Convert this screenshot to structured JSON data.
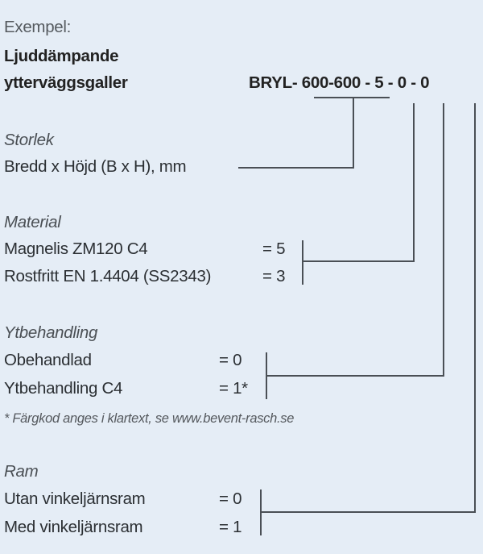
{
  "example": {
    "intro": "Exempel:",
    "product_line1": "Ljuddämpande",
    "product_line2": "ytterväggsgaller",
    "code": {
      "prefix": "BRYL-",
      "size": "600-600",
      "sep1": "-",
      "material": "5",
      "sep2": "-",
      "surface": "0",
      "sep3": "-",
      "frame": "0"
    }
  },
  "sections": {
    "size": {
      "heading": "Storlek",
      "label": "Bredd x Höjd (B x H), mm"
    },
    "material": {
      "heading": "Material",
      "options": [
        {
          "label": "Magnelis ZM120 C4",
          "value": "= 5"
        },
        {
          "label": "Rostfritt EN 1.4404 (SS2343)",
          "value": "= 3"
        }
      ]
    },
    "surface": {
      "heading": "Ytbehandling",
      "options": [
        {
          "label": "Obehandlad",
          "value": "= 0"
        },
        {
          "label": "Ytbehandling C4",
          "value": "= 1*"
        }
      ],
      "footnote": "* Färgkod anges i klartext, se www.bevent-rasch.se"
    },
    "frame": {
      "heading": "Ram",
      "options": [
        {
          "label": "Utan vinkeljärnsram",
          "value": "= 0"
        },
        {
          "label": "Med vinkeljärnsram",
          "value": "= 1"
        }
      ]
    }
  }
}
